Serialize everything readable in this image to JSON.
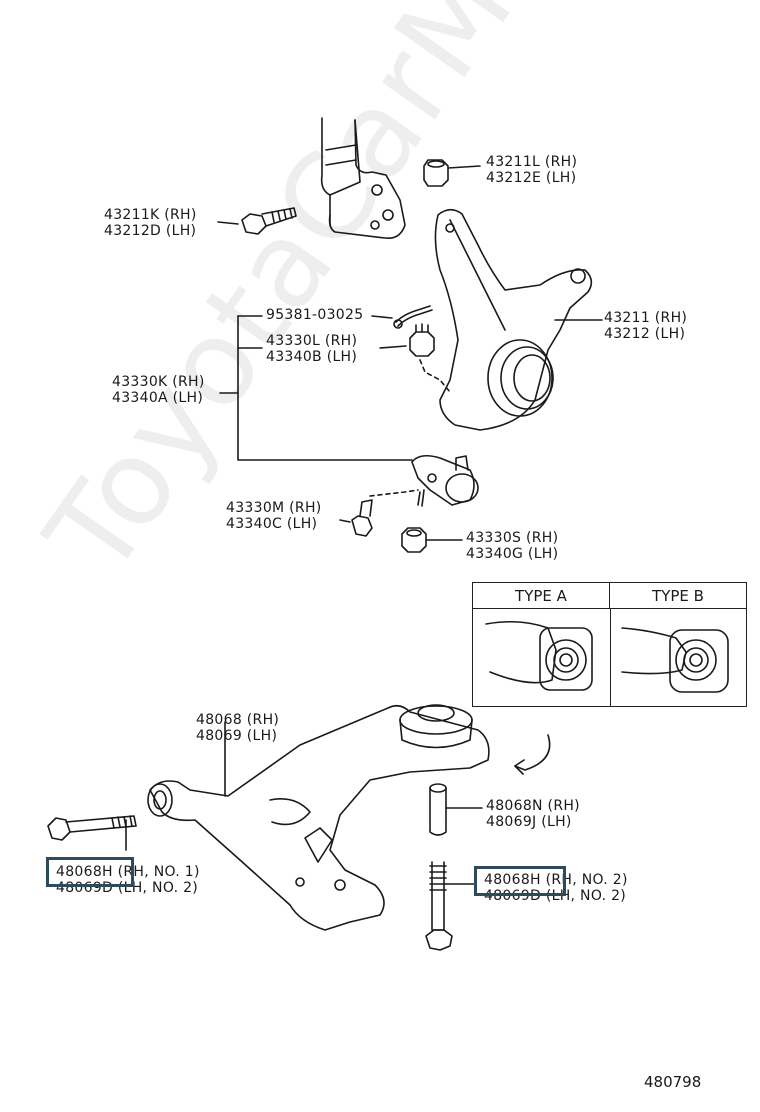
{
  "watermark": "ToyotaCarMe.ru",
  "labels": {
    "p43211L": "43211L (RH)",
    "p43212E": "43212E (LH)",
    "p43211K": "43211K (RH)",
    "p43212D": "43212D (LH)",
    "p95381": "95381-03025",
    "p43330L": "43330L (RH)",
    "p43340B": "43340B (LH)",
    "p43330K": "43330K (RH)",
    "p43340A": "43340A (LH)",
    "p43211": "43211 (RH)",
    "p43212": "43212 (LH)",
    "p43330M": "43330M (RH)",
    "p43340C": "43340C (LH)",
    "p43330S": "43330S (RH)",
    "p43340G": "43340G (LH)",
    "p48068": "48068 (RH)",
    "p48069": "48069 (LH)",
    "p48068N": "48068N (RH)",
    "p48069J": "48069J (LH)",
    "p48068H_a_code": "48068H",
    "p48068H_a_rest": " (RH, NO. 1)",
    "p48069D_a": "48069D (LH, NO. 2)",
    "p48068H_b_code": "48068H",
    "p48068H_b_rest": " (RH, NO. 2)",
    "p48069D_b": "48069D (LH, NO. 2)"
  },
  "types": {
    "type_a": "TYPE  A",
    "type_b": "TYPE  B"
  },
  "doc_number": "480798",
  "highlight_color": "#2d4a5f"
}
